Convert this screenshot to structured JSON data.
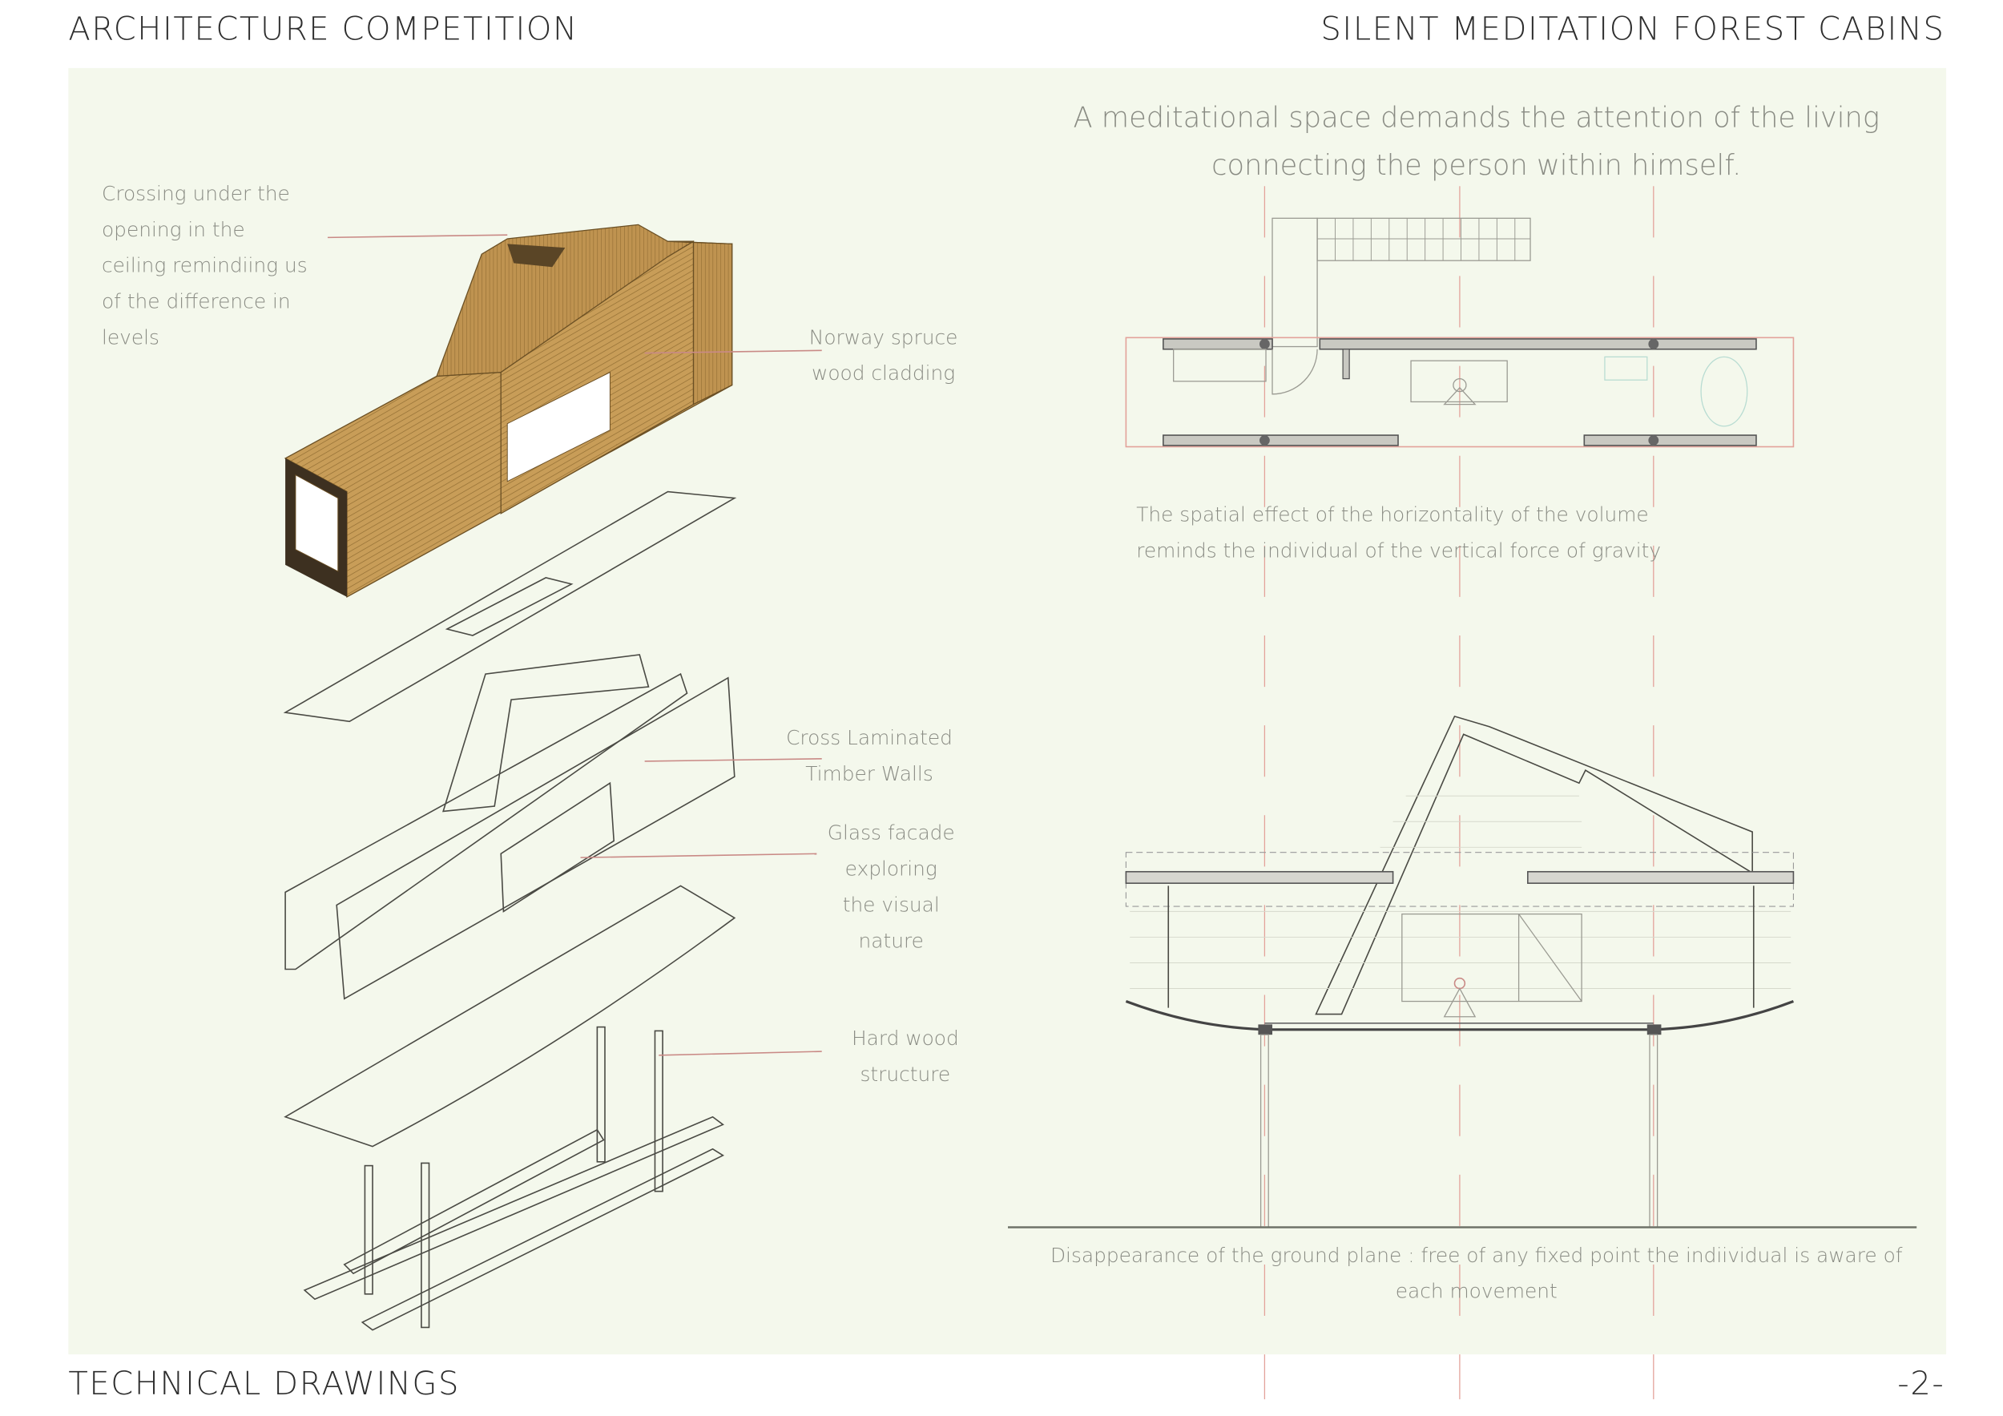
{
  "header": {
    "left_title": "ARCHITECTURE COMPETITION",
    "right_title": "SILENT MEDITATION FOREST CABINS"
  },
  "footer": {
    "left_title": "TECHNICAL DRAWINGS",
    "page_number": "-2-"
  },
  "axonometric": {
    "labels": {
      "crossing": [
        "Crossing under the",
        "opening in the",
        "ceiling remindiing us",
        "of the difference in",
        "levels"
      ],
      "cladding": [
        "Norway spruce",
        "wood cladding"
      ],
      "clt": [
        "Cross Laminated",
        "Timber Walls"
      ],
      "glass": [
        "Glass facade",
        "exploring",
        "the visual",
        "nature"
      ],
      "structure": [
        "Hard wood",
        "structure"
      ]
    }
  },
  "plan": {
    "quote": [
      "A meditational space demands the attention of the living",
      "connecting the person within himself."
    ],
    "caption": [
      "The spatial effect of the horizontality of the volume",
      "reminds the individual of the vertical force of gravity"
    ]
  },
  "section": {
    "caption": [
      "Disappearance of the ground plane : free of any fixed point the indiividual is aware of",
      "each movement"
    ]
  },
  "colors": {
    "panel": "#f4f8ec",
    "wood": "#c49a55",
    "callout_line": "#c98a86",
    "text": "#8a8c84"
  }
}
